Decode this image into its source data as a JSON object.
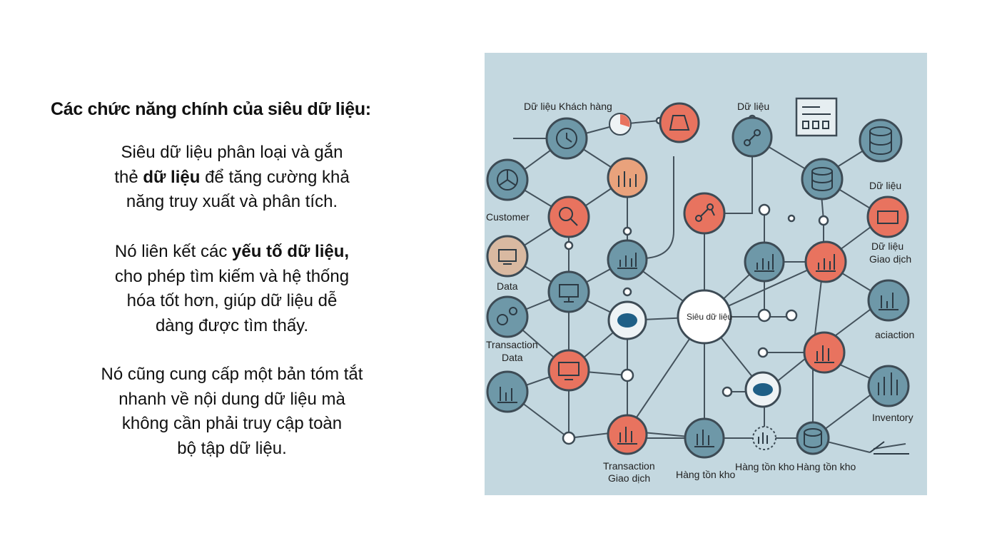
{
  "title": "Các chức năng chính của siêu dữ liệu:",
  "paragraphs": [
    {
      "lines": [
        [
          {
            "t": "Siêu dữ liệu phân loại và gắn",
            "b": false
          }
        ],
        [
          {
            "t": "thẻ ",
            "b": false
          },
          {
            "t": "dữ liệu",
            "b": true
          },
          {
            "t": " để tăng cường khả",
            "b": false
          }
        ],
        [
          {
            "t": "năng truy xuất và phân tích.",
            "b": false
          }
        ]
      ]
    },
    {
      "lines": [
        [
          {
            "t": "Nó liên kết các ",
            "b": false
          },
          {
            "t": "yếu tố dữ liệu,",
            "b": true
          }
        ],
        [
          {
            "t": "cho phép tìm kiếm và hệ thống",
            "b": false
          }
        ],
        [
          {
            "t": "hóa tốt hơn, giúp dữ liệu dễ",
            "b": false
          }
        ],
        [
          {
            "t": "dàng được tìm thấy.",
            "b": false
          }
        ]
      ]
    },
    {
      "lines": [
        [
          {
            "t": "Nó cũng cung cấp một bản tóm tắt",
            "b": false
          }
        ],
        [
          {
            "t": "nhanh về nội dung dữ liệu mà",
            "b": false
          }
        ],
        [
          {
            "t": "không cần phải truy cập toàn",
            "b": false
          }
        ],
        [
          {
            "t": "bộ tập dữ liệu.",
            "b": false
          }
        ]
      ]
    }
  ],
  "diagram": {
    "center_label": "Siêu dữ liệu",
    "labels": {
      "customer_data_vi": "Dữ liệu Khách hàng",
      "data_vi_top": "Dữ liệu",
      "data_vi_right": "Dữ liệu",
      "customer": "Customer",
      "data_vi_transaction_1": "Dữ liệu",
      "data_vi_transaction_2": "Giao dịch",
      "data": "Data",
      "transaction_data_1": "Transaction",
      "transaction_data_2": "Data",
      "aciaction": "aciaction",
      "inventory": "Inventory",
      "transaction_vi_1": "Transaction",
      "transaction_vi_2": "Giao dịch",
      "inventory_vi_1": "Hàng tồn kho",
      "inventory_vi_2": "Hàng tồn kho",
      "inventory_vi_3": "Hàng tồn kho"
    },
    "colors": {
      "background": "#c4d8e0",
      "node_red": "#e8735f",
      "node_blue": "#6e98a8",
      "node_orange": "#e9a27c",
      "node_beige": "#d9b9a1",
      "db_blue": "#1f5f86"
    }
  }
}
